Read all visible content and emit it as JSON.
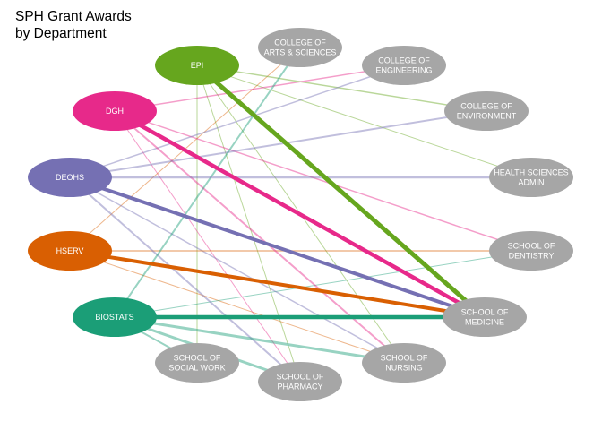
{
  "title": "SPH Grant Awards\nby Department",
  "departments": [
    {
      "id": "EPI",
      "label": "EPI",
      "color": "#66a61e"
    },
    {
      "id": "DGH",
      "label": "DGH",
      "color": "#e7298a"
    },
    {
      "id": "DEOHS",
      "label": "DEOHS",
      "color": "#7570b3"
    },
    {
      "id": "HSERV",
      "label": "HSERV",
      "color": "#d95f02"
    },
    {
      "id": "BIOSTATS",
      "label": "BIOSTATS",
      "color": "#1b9e77"
    }
  ],
  "schools": [
    {
      "id": "arts",
      "lines": [
        "COLLEGE OF",
        "ARTS & SCIENCES"
      ]
    },
    {
      "id": "eng",
      "lines": [
        "COLLEGE OF",
        "ENGINEERING"
      ]
    },
    {
      "id": "env",
      "lines": [
        "COLLEGE OF",
        "ENVIRONMENT"
      ]
    },
    {
      "id": "hsa",
      "lines": [
        "HEALTH SCIENCES",
        "ADMIN"
      ]
    },
    {
      "id": "dent",
      "lines": [
        "SCHOOL OF",
        "DENTISTRY"
      ]
    },
    {
      "id": "med",
      "lines": [
        "SCHOOL OF",
        "MEDICINE"
      ]
    },
    {
      "id": "nurs",
      "lines": [
        "SCHOOL OF",
        "NURSING"
      ]
    },
    {
      "id": "pharm",
      "lines": [
        "SCHOOL OF",
        "PHARMACY"
      ]
    },
    {
      "id": "sw",
      "lines": [
        "SCHOOL OF",
        "SOCIAL WORK"
      ]
    }
  ],
  "school_color": "#a6a6a6",
  "links": [
    {
      "from": "EPI",
      "to": "med",
      "weight": 5
    },
    {
      "from": "EPI",
      "to": "env",
      "weight": 1.5
    },
    {
      "from": "EPI",
      "to": "hsa",
      "weight": 1
    },
    {
      "from": "EPI",
      "to": "nurs",
      "weight": 1
    },
    {
      "from": "EPI",
      "to": "pharm",
      "weight": 1
    },
    {
      "from": "EPI",
      "to": "sw",
      "weight": 1
    },
    {
      "from": "DGH",
      "to": "med",
      "weight": 4.5
    },
    {
      "from": "DGH",
      "to": "eng",
      "weight": 1.5
    },
    {
      "from": "DGH",
      "to": "nurs",
      "weight": 2
    },
    {
      "from": "DGH",
      "to": "pharm",
      "weight": 1
    },
    {
      "from": "DGH",
      "to": "dent",
      "weight": 1.5
    },
    {
      "from": "DEOHS",
      "to": "med",
      "weight": 4
    },
    {
      "from": "DEOHS",
      "to": "hsa",
      "weight": 2.5
    },
    {
      "from": "DEOHS",
      "to": "env",
      "weight": 2
    },
    {
      "from": "DEOHS",
      "to": "eng",
      "weight": 1.5
    },
    {
      "from": "DEOHS",
      "to": "pharm",
      "weight": 2
    },
    {
      "from": "DEOHS",
      "to": "nurs",
      "weight": 1.5
    },
    {
      "from": "HSERV",
      "to": "med",
      "weight": 4
    },
    {
      "from": "HSERV",
      "to": "dent",
      "weight": 1.5
    },
    {
      "from": "HSERV",
      "to": "arts",
      "weight": 1
    },
    {
      "from": "HSERV",
      "to": "nurs",
      "weight": 1
    },
    {
      "from": "BIOSTATS",
      "to": "med",
      "weight": 4.5
    },
    {
      "from": "BIOSTATS",
      "to": "nurs",
      "weight": 3
    },
    {
      "from": "BIOSTATS",
      "to": "pharm",
      "weight": 3
    },
    {
      "from": "BIOSTATS",
      "to": "sw",
      "weight": 2
    },
    {
      "from": "BIOSTATS",
      "to": "arts",
      "weight": 2
    },
    {
      "from": "BIOSTATS",
      "to": "dent",
      "weight": 1
    }
  ]
}
